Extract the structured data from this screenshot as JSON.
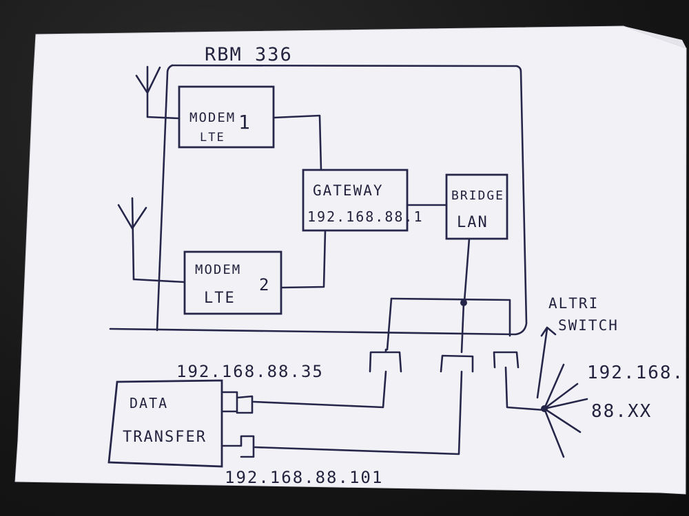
{
  "device_label": "RBM 336",
  "modem1": {
    "line1": "MODEM",
    "number": "1",
    "line2": "LTE"
  },
  "modem2": {
    "line1": "MODEM",
    "line2": "LTE",
    "number": "2"
  },
  "gateway": {
    "line1": "GATEWAY",
    "line2": "192.168.88.1"
  },
  "bridge": {
    "line1": "BRIDGE",
    "line2": "LAN"
  },
  "data_transfer": {
    "line1": "DATA",
    "line2": "TRANSFER"
  },
  "ip_port1": "192.168.88.35",
  "ip_port2": "192.168.88.101",
  "other_switches": {
    "line1": "ALTRI",
    "line2": "SWITCH"
  },
  "ip_range": {
    "line1": "192.168.",
    "line2": "88.XX"
  },
  "colors": {
    "paper": "#f2f2f6",
    "ink": "#26264a",
    "background": "#161616"
  }
}
